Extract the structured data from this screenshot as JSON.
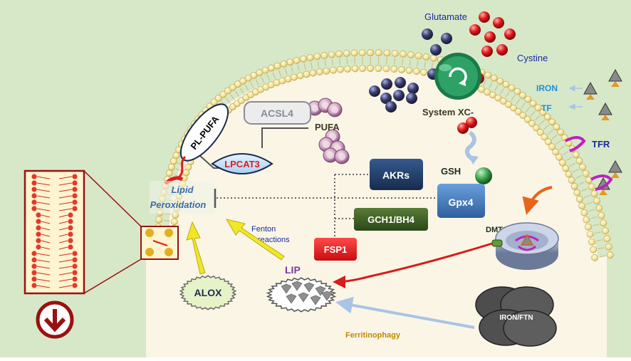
{
  "labels": {
    "glutamate": "Glutamate",
    "cystine": "Cystine",
    "iron": "IRON",
    "tf": "TF",
    "tfr": "TFR",
    "system_xc": "System XC-",
    "acsl4": "ACSL4",
    "pufa": "PUFA",
    "pl_pufa": "PL-PUFA",
    "lpcat3": "LPCAT3",
    "lipid": "Lipid",
    "peroxidation": "Peroxidation",
    "akrs": "AKRs",
    "gsh": "GSH",
    "gpx4": "Gpx4",
    "gch1_bh4": "GCH1/BH4",
    "fsp1": "FSP1",
    "fenton_1": "Fenton",
    "fenton_2": "reactions",
    "dmt1": "DMT1",
    "lip": "LIP",
    "alox": "ALOX",
    "iron_ftn": "IRON/FTN",
    "ferritinophagy": "Ferritinophagy"
  },
  "colors": {
    "page_background": "#d7e8c8",
    "cytoplasm": "#fbf5e6",
    "lipid_head": "#f6e39a",
    "glutamate_ball": "#3a3f6e",
    "cystine_ball": "#e21b1b",
    "transporter": "#1b7a4a",
    "akrs_box": "#1f3b63",
    "gpx4_box": "#3f78b8",
    "gch1_box": "#3a5a24",
    "fsp1_box": "#e31a1a",
    "lpcat3_text": "#e31a1a",
    "label_blue": "#1a2aa0",
    "iron_label": "#1e90d6",
    "ferritinophagy_text": "#c08a00",
    "yellow_arrow": "#f2e628",
    "red_arrow": "#d81b1b",
    "orange_arrow": "#e8641a",
    "tfr_receptor": "#c020c0"
  },
  "icons": [
    "down-arrow-circle-icon",
    "transporter-rotation-icon"
  ]
}
